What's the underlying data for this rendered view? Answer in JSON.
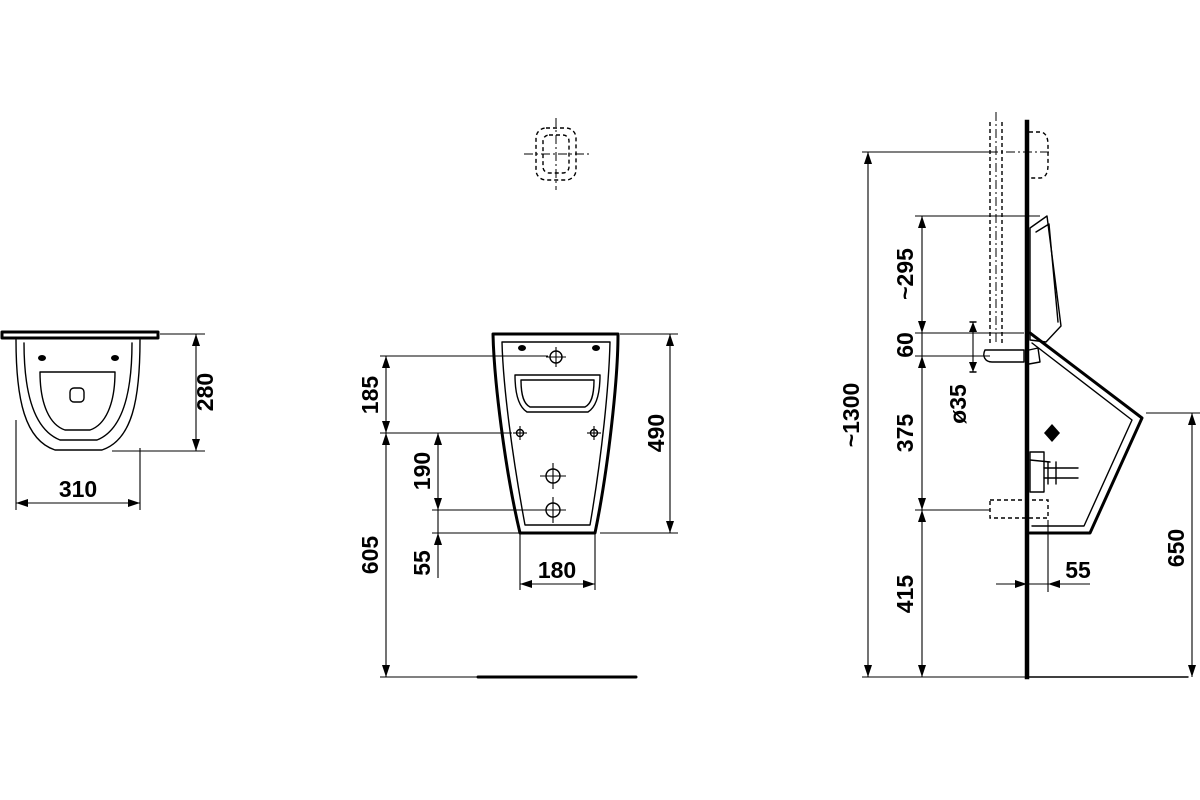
{
  "top_view": {
    "width_label": "310",
    "depth_label": "280"
  },
  "front_view": {
    "label_185": "185",
    "label_190": "190",
    "label_605": "605",
    "label_55": "55",
    "label_180": "180",
    "label_490": "490"
  },
  "side_view": {
    "total_height": "~1300",
    "label_295": "~295",
    "label_60": "60",
    "label_35": "ø35",
    "label_375": "375",
    "label_415": "415",
    "label_55": "55",
    "label_650": "650"
  }
}
